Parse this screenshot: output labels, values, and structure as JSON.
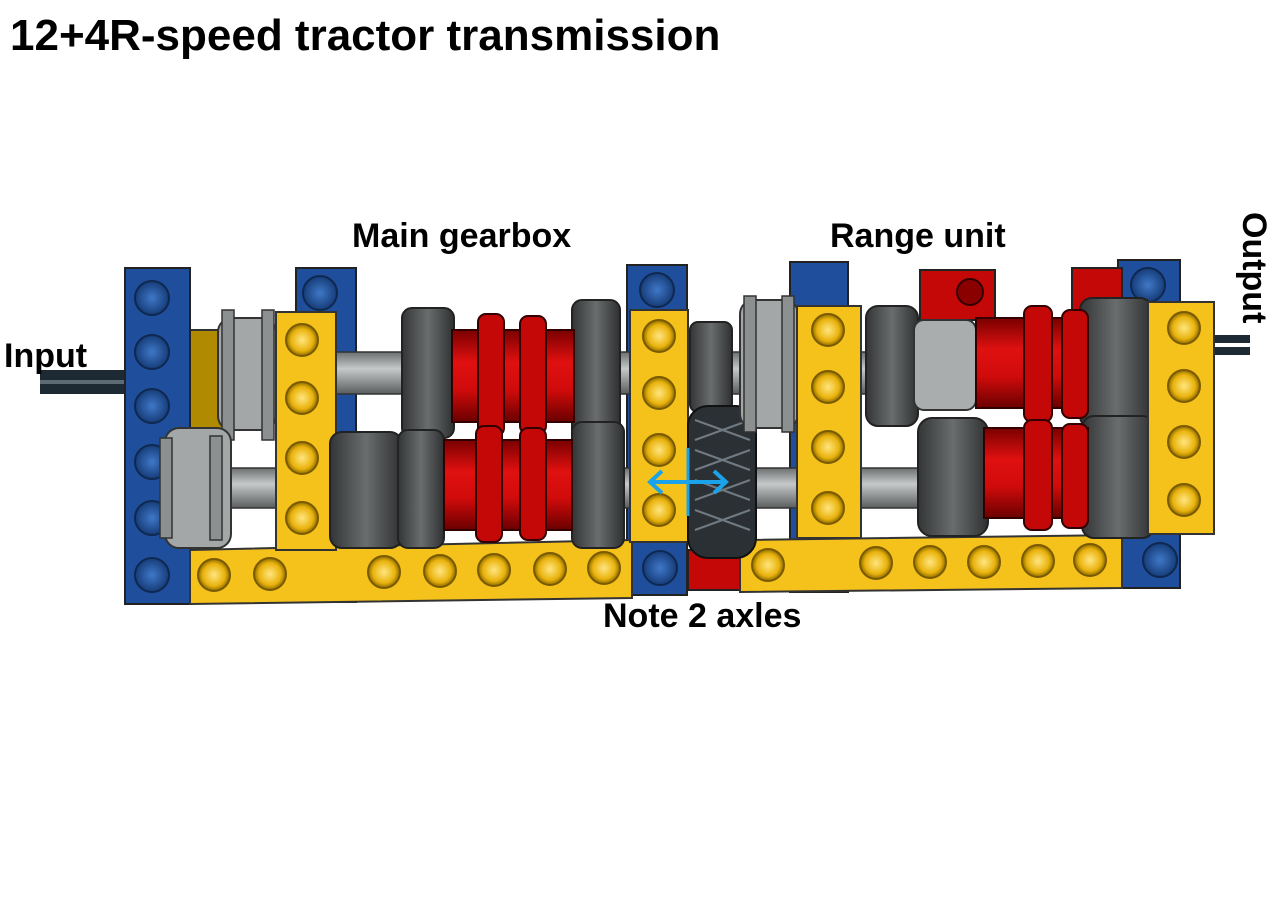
{
  "title": "12+4R-speed tractor transmission",
  "labels": {
    "input": "Input",
    "main_gearbox": "Main gearbox",
    "range_unit": "Range unit",
    "output": "Output",
    "note": "Note 2 axles"
  },
  "colors": {
    "beam_blue": "#1f4f9c",
    "beam_yellow": "#f5c21b",
    "gear_gray": "#a3a7a8",
    "gear_dark": "#4d5051",
    "clutch_red": "#cc0a0a",
    "axle_black": "#1d2a33",
    "shift_arrow": "#1aa3e8"
  }
}
